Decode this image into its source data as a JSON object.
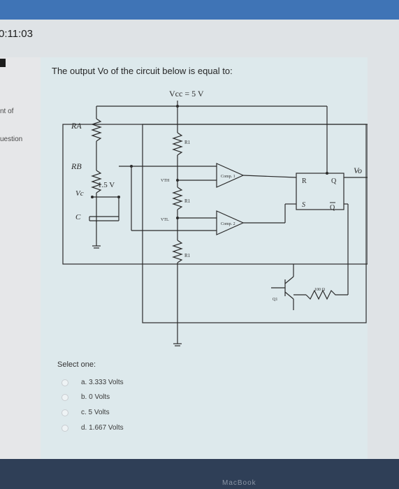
{
  "header": {
    "timer": "0:11:03"
  },
  "sidebar": {
    "label1": "nt of",
    "label2": "uestion"
  },
  "question": {
    "text": "The output Vo of the circuit below is equal to:"
  },
  "circuit": {
    "vcc": "Vcc = 5 V",
    "ra": "RA",
    "rb": "RB",
    "vc": "Vc",
    "cap": "C",
    "v15": "1.5 V",
    "r1a": "R1",
    "r1b": "R1",
    "r1c": "R1",
    "vth": "VTH",
    "vtl": "VTL",
    "comp1": "Comp. 1",
    "comp2": "Comp. 2",
    "r": "R",
    "s": "S",
    "q": "Q",
    "qbar": "Q",
    "vo": "Vo",
    "q1": "Q1",
    "r100": "100 Ω"
  },
  "answers": {
    "select_one": "Select one:",
    "options": [
      "a. 3.333 Volts",
      "b. 0 Volts",
      "c. 5 Volts",
      "d. 1.667 Volts"
    ]
  },
  "footer": {
    "brand": "MacBook"
  }
}
